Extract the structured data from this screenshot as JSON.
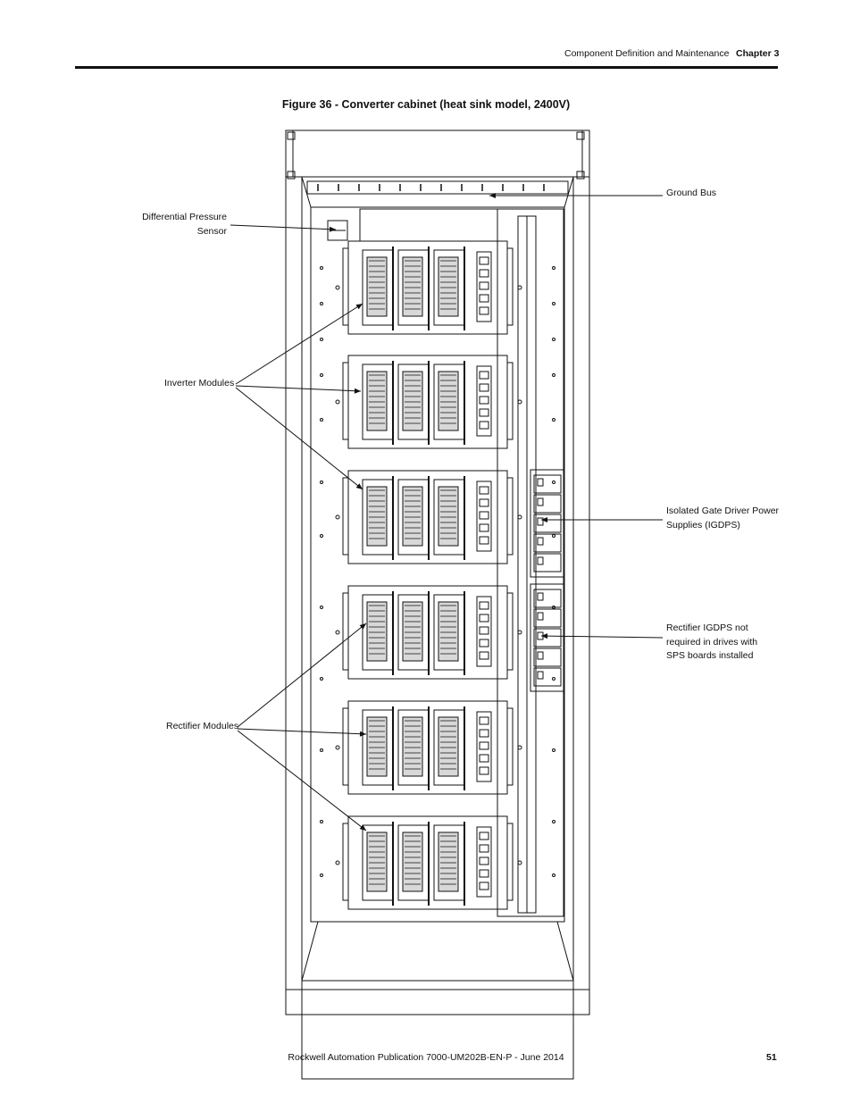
{
  "header": {
    "section_title": "Component Definition and Maintenance",
    "chapter": "Chapter 3"
  },
  "figure": {
    "title": "Figure 36 - Converter cabinet (heat sink model, 2400V)"
  },
  "callouts": {
    "ground_bus": "Ground Bus",
    "dp_sensor_line1": "Differential Pressure",
    "dp_sensor_line2": "Sensor",
    "inverter_modules": "Inverter Modules",
    "igdps_line1": "Isolated Gate Driver Power",
    "igdps_line2": "Supplies (IGDPS)",
    "rect_igdps_line1": "Rectifier IGDPS not",
    "rect_igdps_line2": "required in drives with",
    "rect_igdps_line3": "SPS boards installed",
    "rectifier_modules": "Rectifier Modules"
  },
  "footer": {
    "publication": "Rockwell Automation Publication 7000-UM202B-EN-P - June 2014",
    "page_number": "51"
  }
}
